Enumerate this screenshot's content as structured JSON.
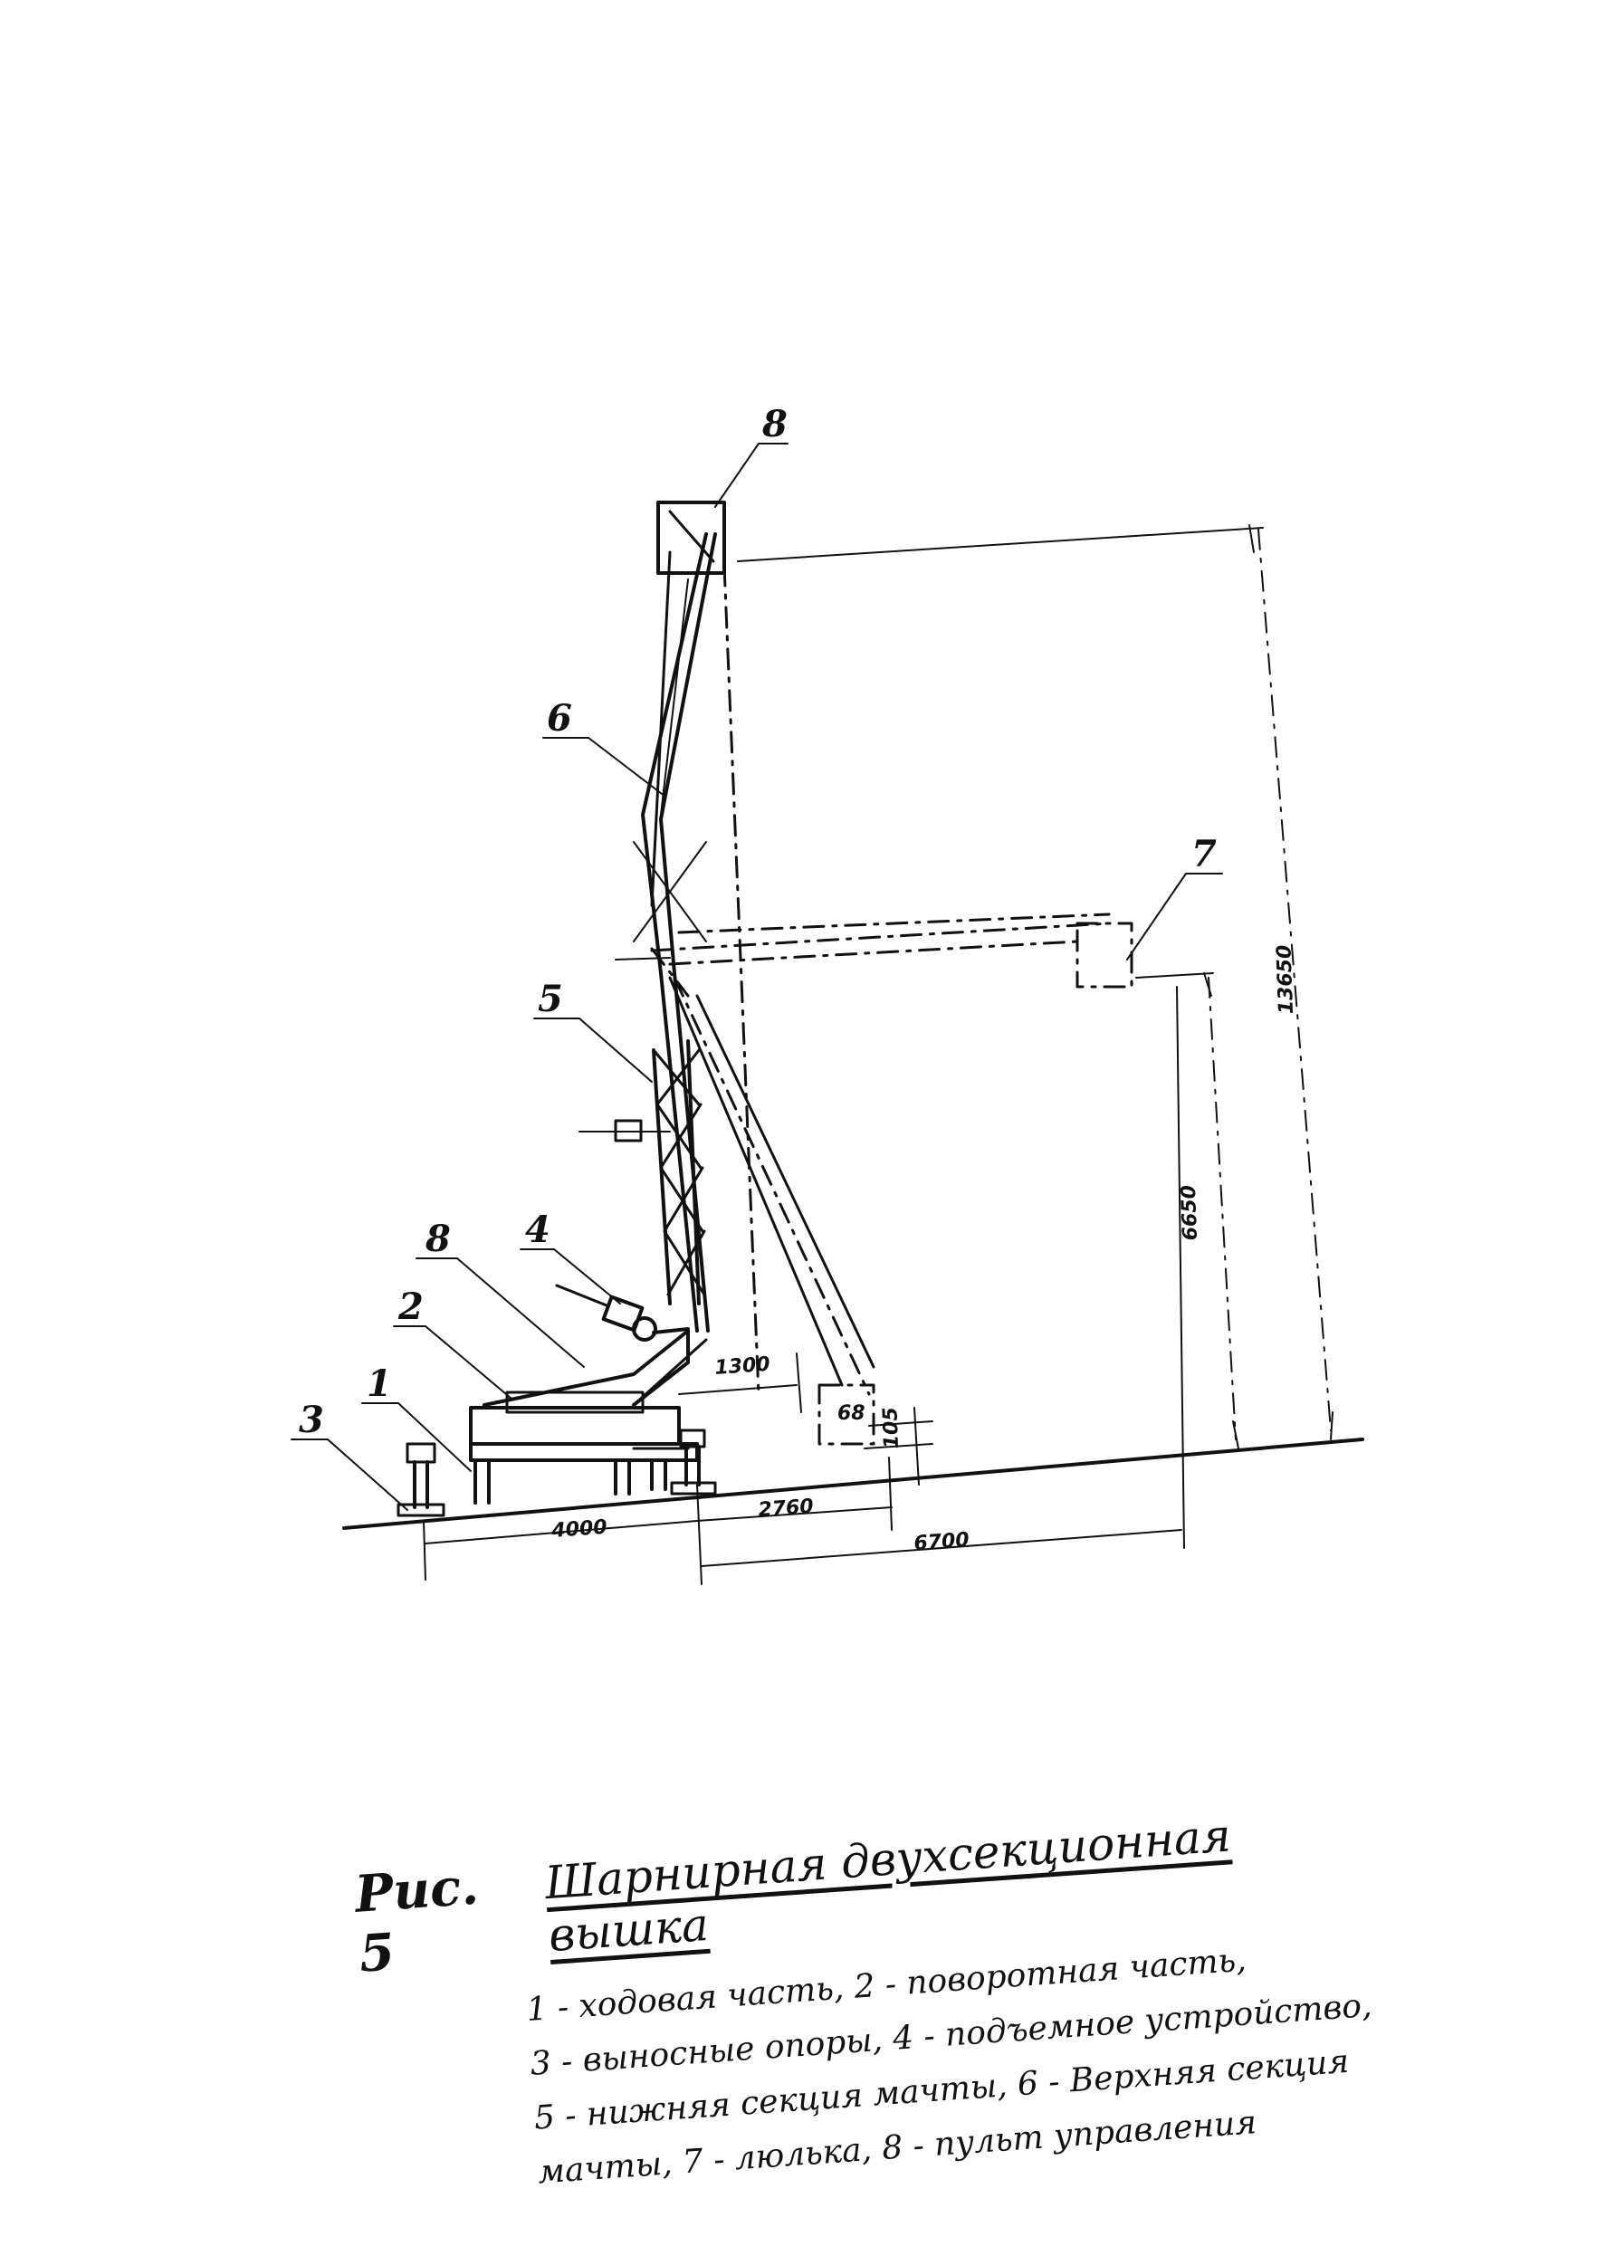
{
  "callouts": [
    "8",
    "6",
    "7",
    "5",
    "4",
    "8",
    "2",
    "1",
    "3"
  ],
  "dimensions": {
    "total_height": "13650",
    "cradle_height": "6650",
    "reach_gap": "1300",
    "step_small": "105",
    "base_left": "4000",
    "base_mid": "2760",
    "reach": "6700"
  },
  "caption": {
    "figure_label": "Рис. 5",
    "title": "Шарнирная двухсекционная вышка",
    "legend_lines": [
      "1 - ходовая часть, 2 - поворотная часть,",
      "3 - выносные опоры, 4 - подъемное устройство,",
      "5 - нижняя секция мачты, 6 - Верхняя секция",
      "мачты, 7 - люлька, 8 - пульт управления"
    ]
  }
}
